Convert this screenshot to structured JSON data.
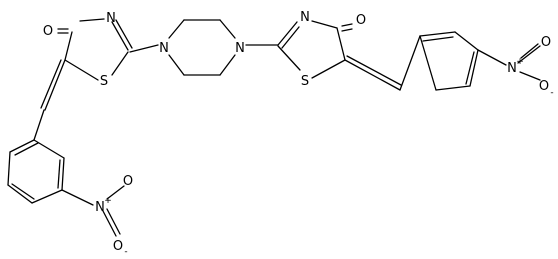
{
  "molecule": {
    "atom_labels": {
      "o_carbonyl_left": "O",
      "n_ring_left": "N",
      "n_pip_left": "N",
      "n_pip_right": "N",
      "n_ring_right": "N",
      "o_carbonyl_right": "O",
      "s_left": "S",
      "s_right": "S",
      "n_nitro_left": "N",
      "plus_nitro_left": "+",
      "o_nitro_left_top": "O",
      "o_nitro_left_bottom": "O",
      "minus_nitro_left": "-",
      "n_nitro_right": "N",
      "plus_nitro_right": "+",
      "o_nitro_right_top": "O",
      "o_nitro_right_bottom": "O",
      "minus_nitro_right": "-"
    },
    "colors": {
      "bond": "#000000",
      "label": "#000000",
      "background": "#ffffff"
    }
  }
}
